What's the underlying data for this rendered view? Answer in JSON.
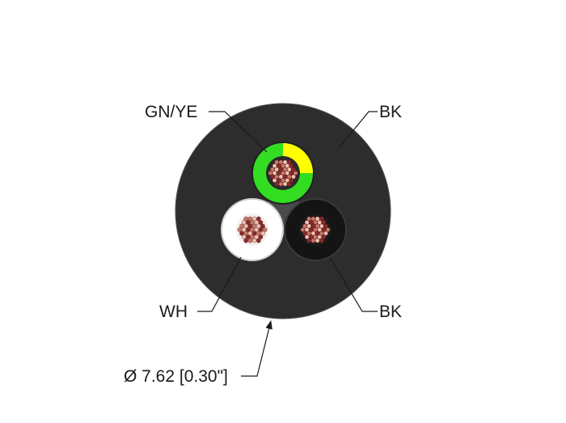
{
  "labels": {
    "gn_ye": "GN/YE",
    "bk_top": "BK",
    "wh": "WH",
    "bk_bottom": "BK",
    "diameter": "Ø 7.62 [0.30\"]"
  },
  "colors": {
    "jacket": "#2d2d2d",
    "filler": "#4a4a4a",
    "green_insulation": "#33dd22",
    "yellow_stripe": "#ffff00",
    "white_insulation": "#ffffff",
    "black_insulation": "#141414",
    "strand_copper": "#c8786a",
    "strand_dark": "#8a2a2a",
    "strand_light": "#efc2b0",
    "leader_line": "#1a1a1a"
  }
}
